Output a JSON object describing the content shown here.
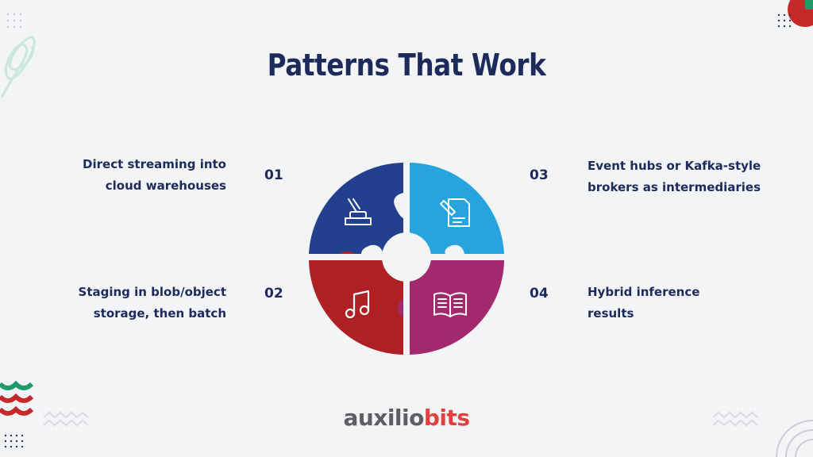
{
  "title": "Patterns That Work",
  "items": [
    {
      "number": "01",
      "line1": "Direct streaming into",
      "line2": "cloud warehouses",
      "icon": "inbox-tray-icon",
      "color": "#22408e"
    },
    {
      "number": "02",
      "line1": "Staging in blob/object",
      "line2": "storage, then batch",
      "icon": "music-note-icon",
      "color": "#ae2023"
    },
    {
      "number": "03",
      "line1": "Event hubs or Kafka-style",
      "line2": "brokers as intermediaries",
      "icon": "document-pen-icon",
      "color": "#27a4dd"
    },
    {
      "number": "04",
      "line1": "Hybrid inference",
      "line2": "results",
      "icon": "open-book-icon",
      "color": "#a2296e"
    }
  ],
  "logo": {
    "part1": "auxilio",
    "part2": "bits"
  }
}
